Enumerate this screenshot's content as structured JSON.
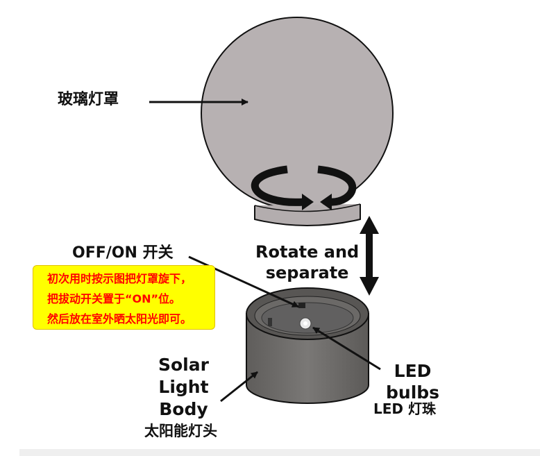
{
  "labels": {
    "glass_shade": "玻璃灯罩",
    "switch": "OFF/ON 开关",
    "rotate_line1": "Rotate and",
    "rotate_line2": "separate",
    "body_line1": "Solar",
    "body_line2": "Light",
    "body_line3": "Body",
    "body_cn": "太阳能灯头",
    "led_line1": "LED",
    "led_line2": "bulbs",
    "led_cn": "LED 灯珠"
  },
  "note": {
    "lines": [
      "初次用时按示图把灯罩旋下，",
      "把拔动开关置于“ON”位。",
      "然后放在室外晒太阳光即可。"
    ]
  },
  "colors": {
    "globe": "#b7b1b2",
    "body": "#6f6d6b",
    "note_background": "#ffff00",
    "note_text": "#ff0000",
    "outline": "#111111"
  },
  "icons": [
    "rotate-arrows-icon",
    "double-vertical-arrow-icon",
    "led-bulb-icon"
  ]
}
